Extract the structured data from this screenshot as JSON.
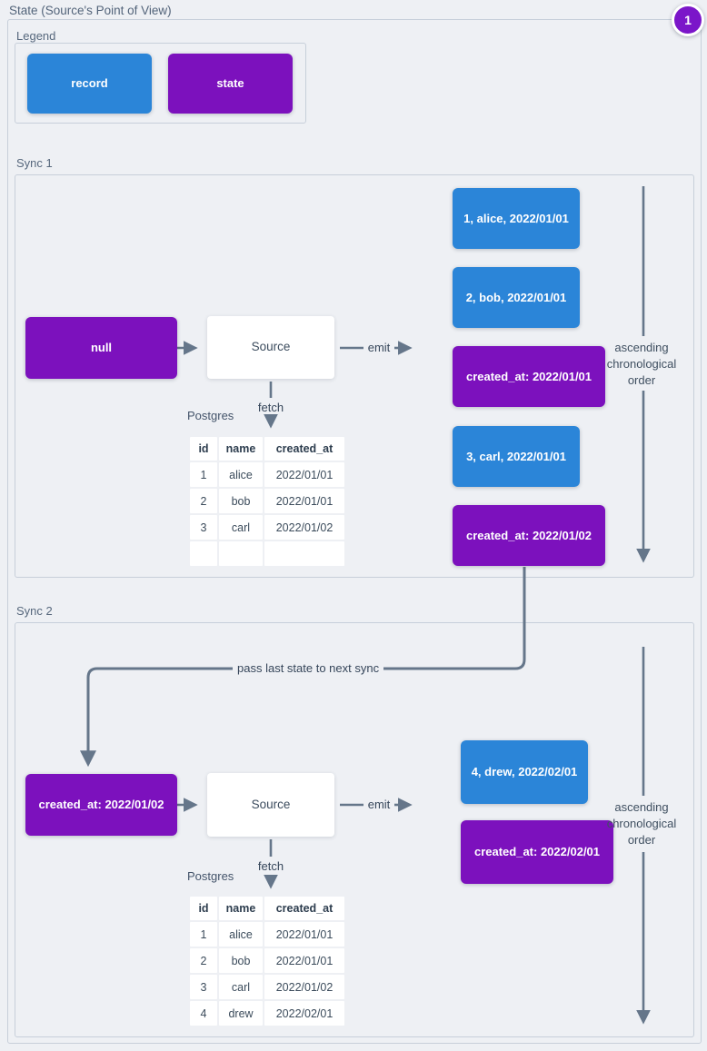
{
  "title": "State (Source's Point of View)",
  "badge": "1",
  "colors": {
    "record": "#2b85d8",
    "state": "#7c11bd",
    "arrow": "#65768a",
    "background": "#eef0f4"
  },
  "legend": {
    "label": "Legend",
    "items": [
      {
        "type": "record",
        "label": "record"
      },
      {
        "type": "state",
        "label": "state"
      }
    ]
  },
  "sync1": {
    "label": "Sync 1",
    "input_state": {
      "type": "state",
      "text": "null"
    },
    "source_label": "Source",
    "emit_label": "emit",
    "fetch_label": "fetch",
    "db_label": "Postgres",
    "table": {
      "headers": [
        "id",
        "name",
        "created_at"
      ],
      "rows": [
        [
          "1",
          "alice",
          "2022/01/01"
        ],
        [
          "2",
          "bob",
          "2022/01/01"
        ],
        [
          "3",
          "carl",
          "2022/01/02"
        ],
        [
          "",
          "",
          ""
        ]
      ]
    },
    "messages": [
      {
        "type": "record",
        "text": "1, alice, 2022/01/01"
      },
      {
        "type": "record",
        "text": "2, bob, 2022/01/01"
      },
      {
        "type": "state",
        "text": "created_at: 2022/01/01"
      },
      {
        "type": "record",
        "text": "3, carl, 2022/01/01"
      },
      {
        "type": "state",
        "text": "created_at: 2022/01/02"
      }
    ],
    "order_label": "ascending chronological order"
  },
  "pass_label": "pass last state to next sync",
  "sync2": {
    "label": "Sync 2",
    "input_state": {
      "type": "state",
      "text": "created_at: 2022/01/02"
    },
    "source_label": "Source",
    "emit_label": "emit",
    "fetch_label": "fetch",
    "db_label": "Postgres",
    "table": {
      "headers": [
        "id",
        "name",
        "created_at"
      ],
      "rows": [
        [
          "1",
          "alice",
          "2022/01/01"
        ],
        [
          "2",
          "bob",
          "2022/01/01"
        ],
        [
          "3",
          "carl",
          "2022/01/02"
        ],
        [
          "4",
          "drew",
          "2022/02/01"
        ]
      ]
    },
    "messages": [
      {
        "type": "record",
        "text": "4, drew, 2022/02/01"
      },
      {
        "type": "state",
        "text": "created_at: 2022/02/01"
      }
    ],
    "order_label": "ascending chronological order"
  }
}
